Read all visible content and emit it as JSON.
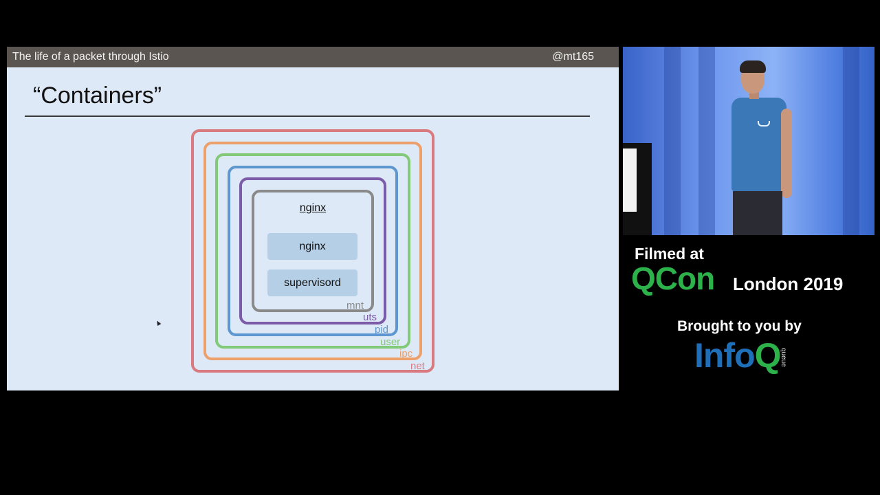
{
  "slide": {
    "header_title": "The life of a packet through Istio",
    "header_handle": "@mt165",
    "heading": "“Containers”",
    "inner_title": "nginx",
    "processes": [
      "nginx",
      "supervisord"
    ],
    "namespaces": [
      {
        "name": "net",
        "color": "#d87a80"
      },
      {
        "name": "ipc",
        "color": "#eda06a"
      },
      {
        "name": "user",
        "color": "#82c978"
      },
      {
        "name": "pid",
        "color": "#5e97cf"
      },
      {
        "name": "uts",
        "color": "#7c5ca8"
      },
      {
        "name": "mnt",
        "color": "#8a8a8a"
      }
    ]
  },
  "branding": {
    "filmed_at": "Filmed at",
    "conference": "QCon",
    "location_year": "London 2019",
    "brought_by": "Brought to you by",
    "sponsor_prefix": "Info",
    "sponsor_suffix": "Q",
    "sponsor_tag": "queue"
  }
}
